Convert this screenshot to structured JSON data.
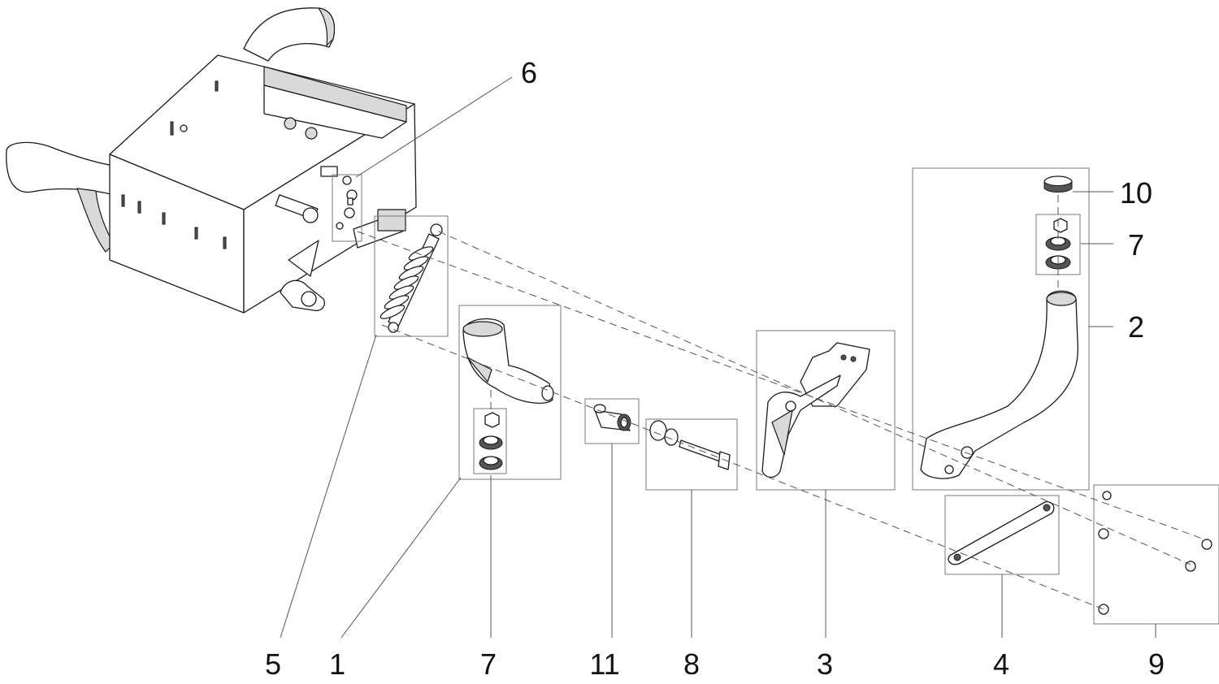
{
  "callouts": {
    "c6": "6",
    "c10": "10",
    "c7_top": "7",
    "c2": "2",
    "c5": "5",
    "c1": "1",
    "c7_bottom": "7",
    "c11": "11",
    "c8": "8",
    "c3": "3",
    "c4": "4",
    "c9": "9"
  }
}
